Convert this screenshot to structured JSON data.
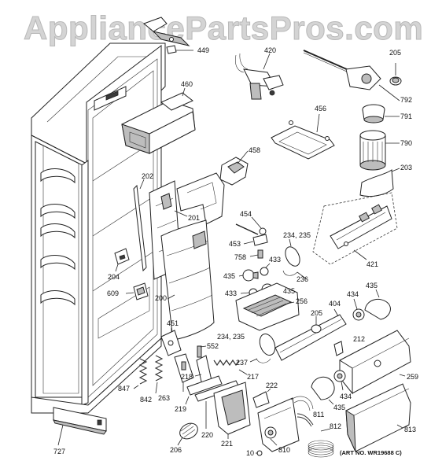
{
  "watermark": "AppliancePartsPros.com",
  "art_number": "(ART NO. WR19688 C)",
  "callouts": {
    "c449": "449",
    "c420": "420",
    "c205a": "205",
    "c792": "792",
    "c460": "460",
    "c456": "456",
    "c791": "791",
    "c790": "790",
    "c458": "458",
    "c203": "203",
    "c202": "202",
    "c201": "201",
    "c454": "454",
    "c453": "453",
    "c234a": "234, 235",
    "c758": "758",
    "c433a": "433",
    "c421": "421",
    "c204": "204",
    "c435a": "435",
    "c236": "236",
    "c433b": "433",
    "c435b": "435",
    "c435c": "435",
    "c609": "609",
    "c200": "200",
    "c256": "256",
    "c404": "404",
    "c434a": "434",
    "c451": "451",
    "c205b": "205",
    "c234b": "234, 235",
    "c212": "212",
    "c552": "552",
    "c237": "237",
    "c217": "217",
    "c218": "218",
    "c259": "259",
    "c847": "847",
    "c842": "842",
    "c263": "263",
    "c222": "222",
    "c434b": "434",
    "c219": "219",
    "c811": "811",
    "c435d": "435",
    "c220": "220",
    "c812": "812",
    "c813": "813",
    "c727": "727",
    "c206": "206",
    "c221": "221",
    "c10": "10",
    "c810": "810"
  }
}
